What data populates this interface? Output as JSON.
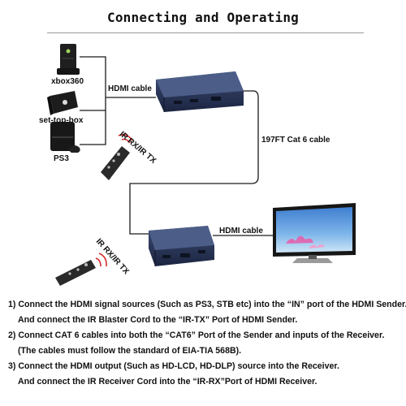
{
  "title": "Connecting and Operating",
  "devices": {
    "xbox": "xbox360",
    "stb": "set-top-box",
    "ps3": "PS3"
  },
  "labels": {
    "hdmi_top": "HDMI cable",
    "cat6": "197FT Cat 6 cable",
    "hdmi_bottom": "HDMI cable",
    "ir_top": "IR RX/IR TX",
    "ir_bottom": "IR RX/IR TX"
  },
  "instructions": [
    "1) Connect the HDMI signal sources (Such as PS3, STB etc) into the “IN” port of the HDMI Sender.",
    "And connect the IR Blaster Cord to the “IR-TX” Port of HDMI Sender.",
    "2) Connect CAT 6 cables into both the “CAT6” Port of the Sender and inputs of the Receiver.",
    "(The cables must follow the standard of EIA-TIA 568B).",
    "3) Connect the HDMI output (Such as HD-LCD, HD-DLP) source into the Receiver.",
    "And connect the IR Receiver Cord into the “IR-RX”Port of HDMI Receiver."
  ]
}
